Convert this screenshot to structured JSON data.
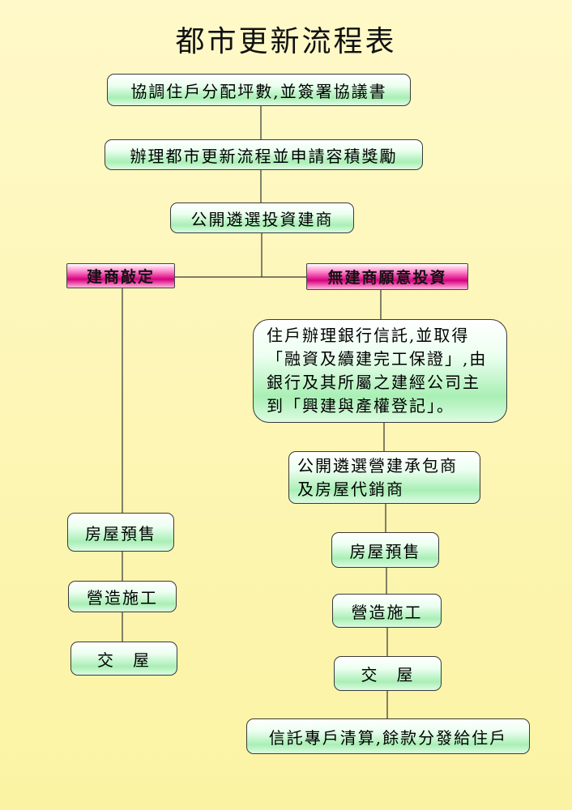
{
  "title": "都市更新流程表",
  "top_steps": [
    "協調住戶分配坪數,並簽署協議書",
    "辦理都市更新流程並申請容積獎勵",
    "公開遴選投資建商"
  ],
  "branches": {
    "left": {
      "label": "建商敲定",
      "steps": [
        "房屋預售",
        "營造施工",
        "交　屋"
      ]
    },
    "right": {
      "label": "無建商願意投資",
      "trust_lines": [
        "住戶辦理銀行信託,並取得",
        "「融資及續建完工保證」,由",
        "銀行及其所屬之建經公司主",
        "到「興建與產權登記」。"
      ],
      "contractor_lines": [
        "公開遴選營建承包商",
        "及房屋代銷商"
      ],
      "steps": [
        "房屋預售",
        "營造施工",
        "交　屋"
      ],
      "final": "信託專戶清算,餘款分發給住戶"
    }
  },
  "colors": {
    "node_fill": "#a9efb5",
    "branch_fill": "#d6007f",
    "background": "#fbf3a3"
  }
}
